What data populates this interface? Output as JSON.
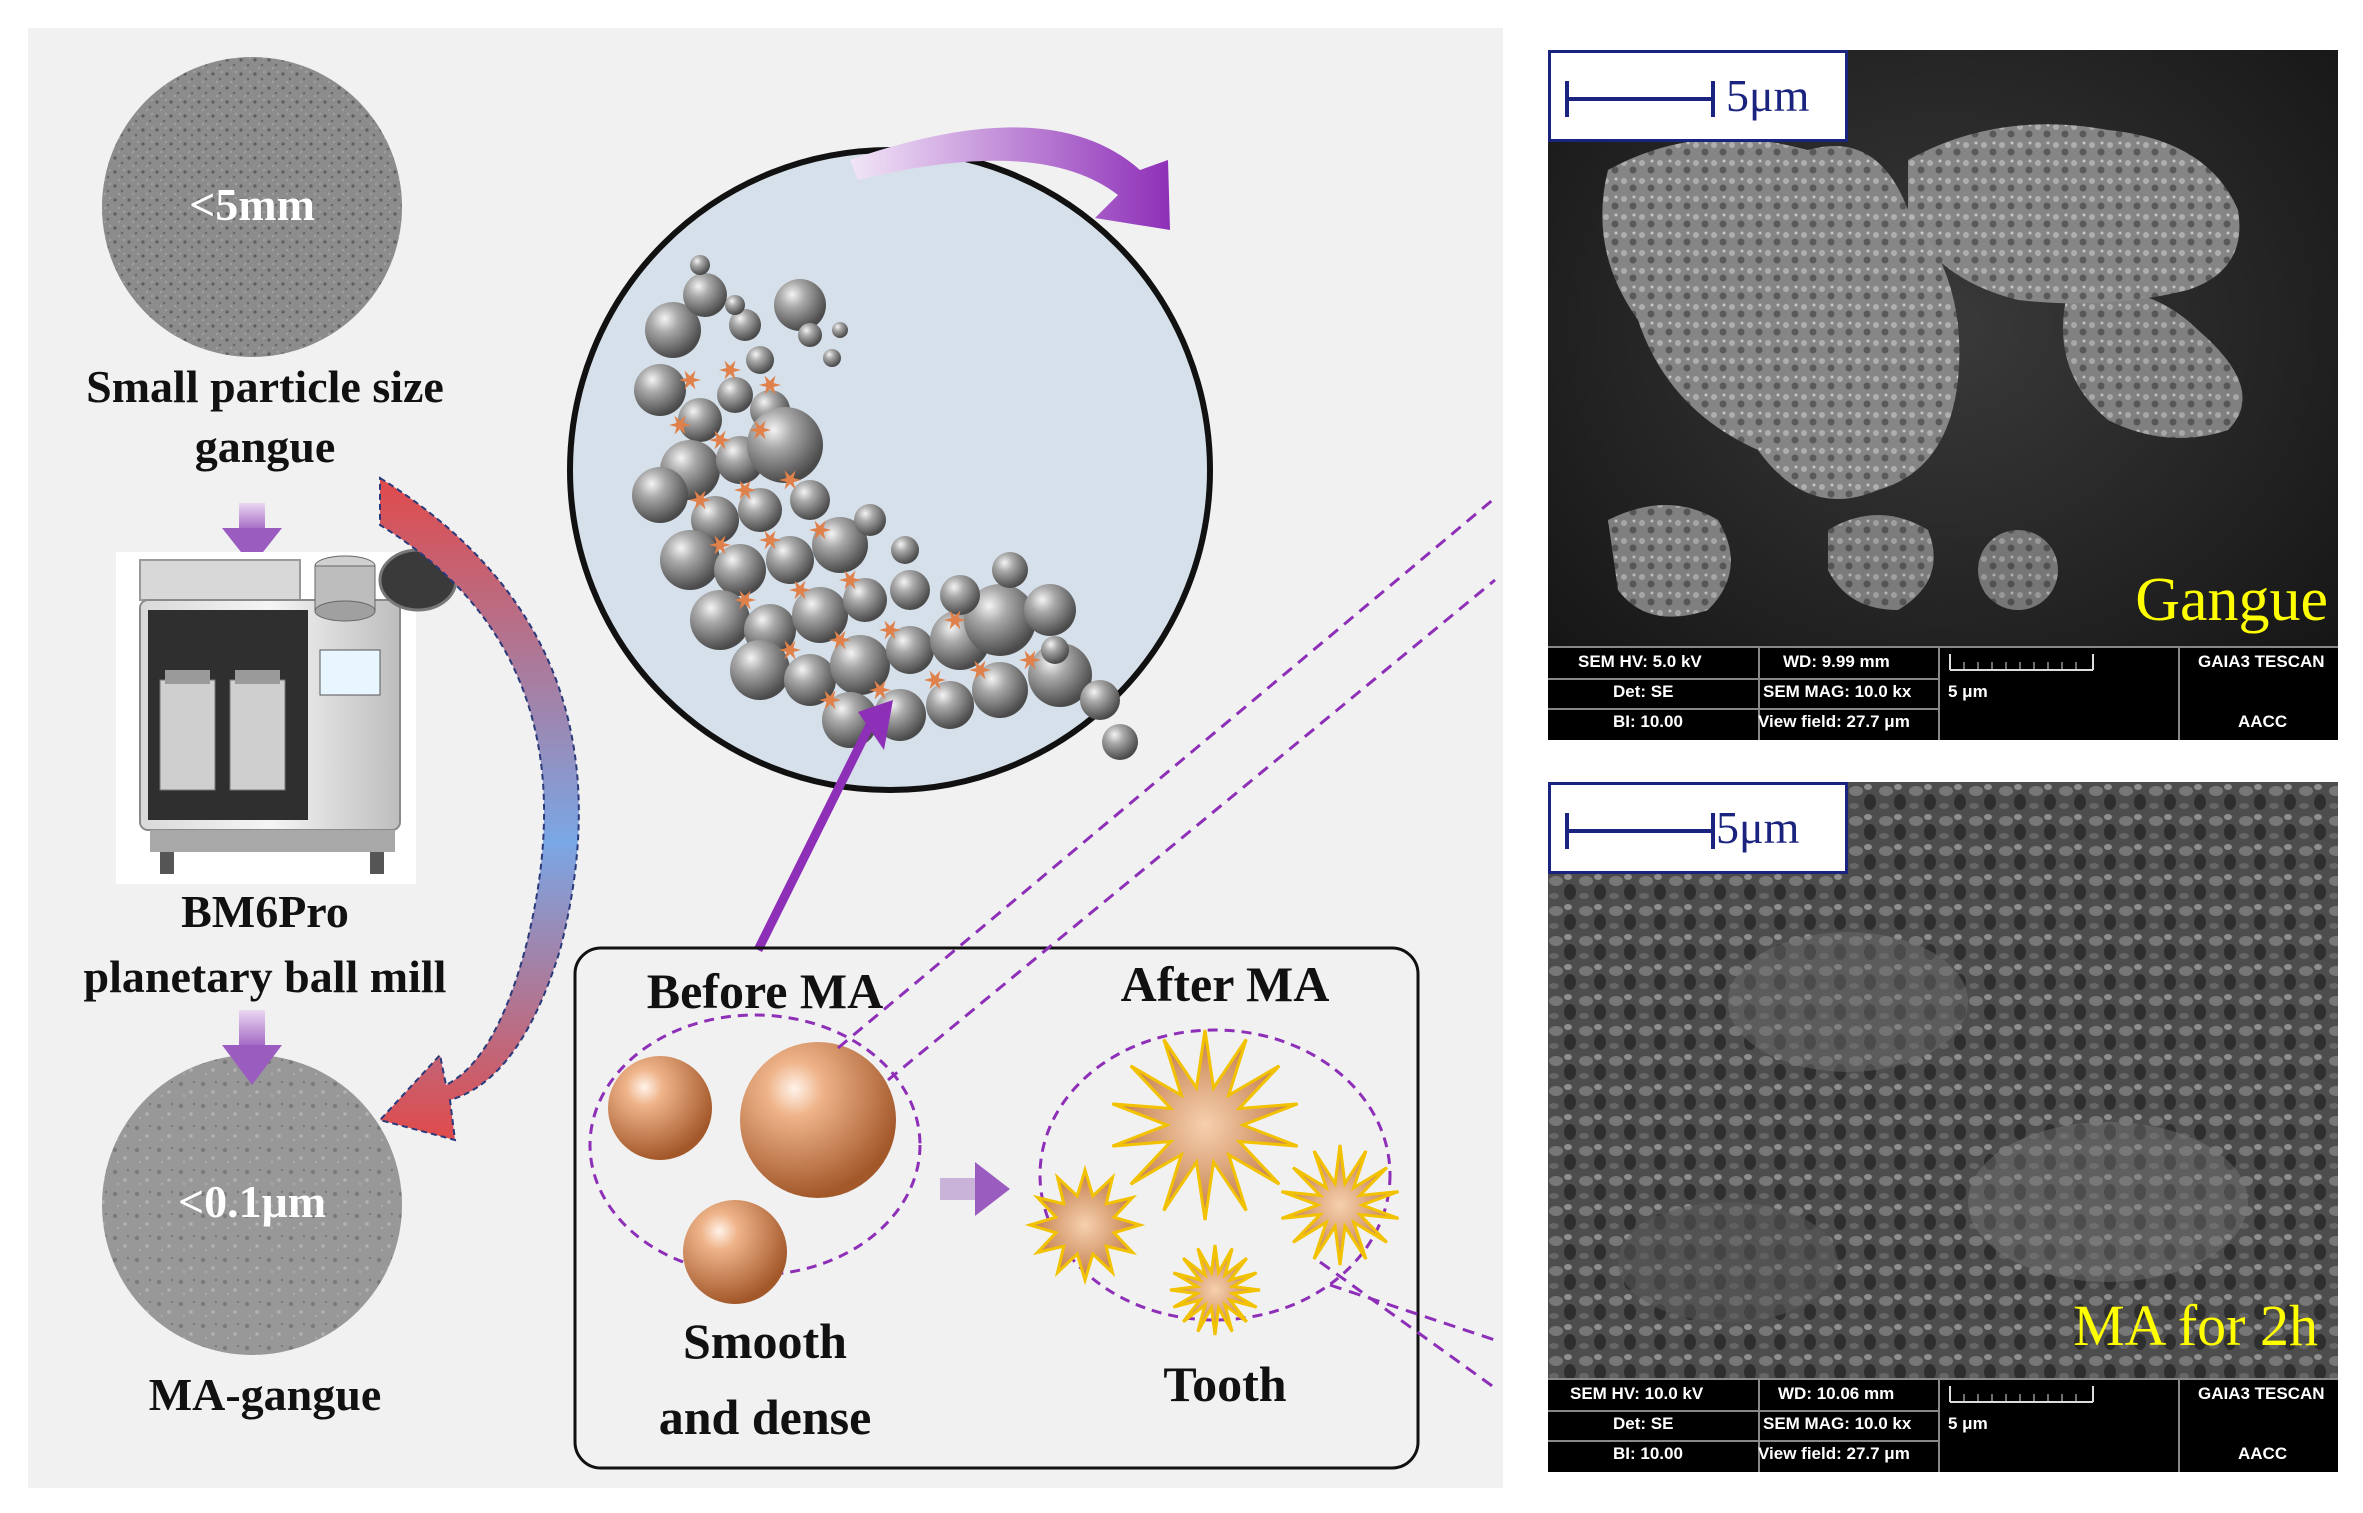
{
  "left": {
    "disc_top": "<5mm",
    "label_top_line1": "Small particle size",
    "label_top_line2": "gangue",
    "mill_line1": "BM6Pro",
    "mill_line2": "planetary ball mill",
    "disc_bottom": "<0.1μm",
    "label_bottom": "MA-gangue"
  },
  "process": {
    "before": "Before MA",
    "after": "After MA",
    "smooth_line1": "Smooth",
    "smooth_line2": "and dense",
    "tooth": "Tooth"
  },
  "sem_top": {
    "scale": "5μm",
    "label": "Gangue",
    "hv": "SEM HV: 5.0 kV",
    "wd": "WD: 9.99 mm",
    "det": "Det: SE",
    "mag": "SEM MAG: 10.0 kx",
    "bi": "BI: 10.00",
    "vf": "View field: 27.7 μm",
    "bar": "5 μm",
    "brand": "GAIA3 TESCAN",
    "org": "AACC"
  },
  "sem_bottom": {
    "scale": "5μm",
    "label": "MA for 2h",
    "hv": "SEM HV: 10.0 kV",
    "wd": "WD: 10.06 mm",
    "det": "Det: SE",
    "mag": "SEM MAG: 10.0 kx",
    "bi": "BI: 10.00",
    "vf": "View field: 27.7 μm",
    "bar": "5 μm",
    "brand": "GAIA3 TESCAN",
    "org": "AACC"
  },
  "colors": {
    "panel_bg": "#f1f1f1",
    "purple": "#8e2fb8",
    "chamber_fill": "#d6e0ea",
    "copper": "#d98a5a",
    "scale_blue": "#1a237e",
    "sem_label": "#ffff00"
  }
}
